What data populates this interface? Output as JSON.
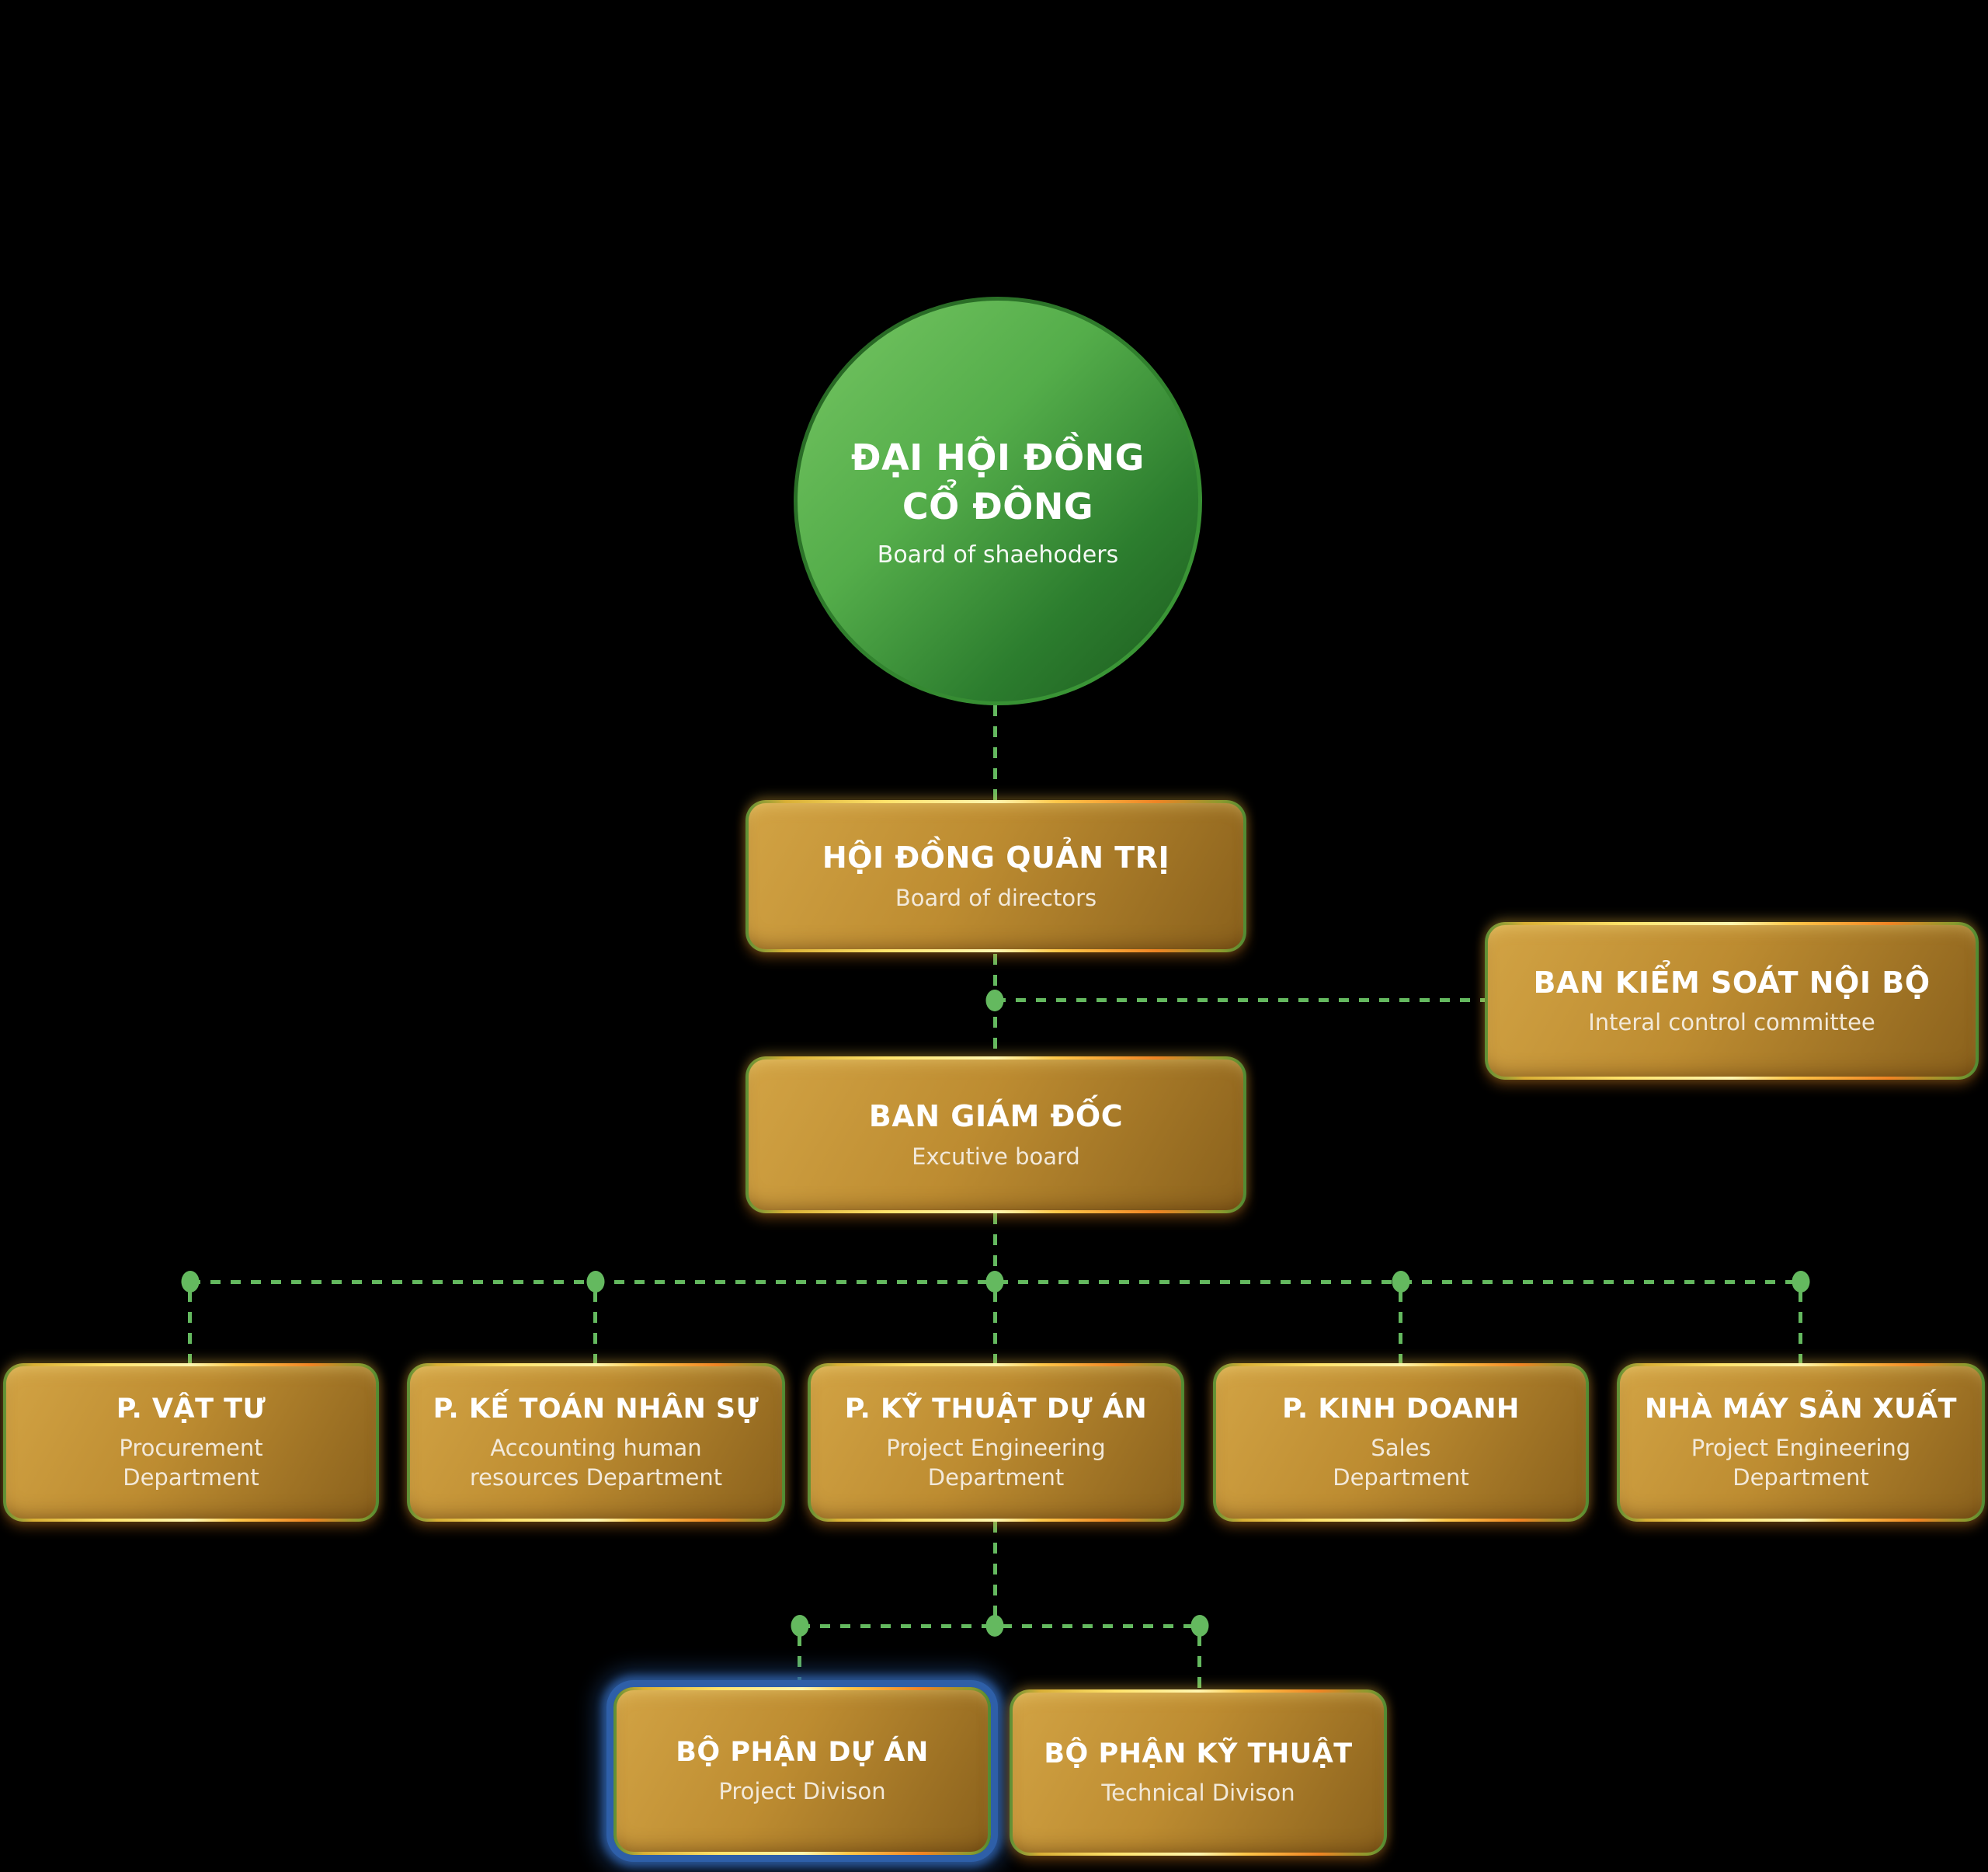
{
  "background": "#000000",
  "accents": {
    "connector_green": "#64b95f",
    "gold_light": "#d2a344",
    "gold_dark": "#8a611c",
    "glow_yellow": "#ffe36b",
    "glow_orange": "#f08424",
    "selection_blue": "#2e5fa8",
    "circle_green_light": "#76c663",
    "circle_green_dark": "#1c5a1e"
  },
  "root": {
    "title_line1": "ĐẠI HỘI ĐỒNG",
    "title_line2": "CỔ ĐÔNG",
    "subtitle": "Board of shaehoders"
  },
  "nodes": {
    "hdqt": {
      "title": "HỘI ĐỒNG QUẢN TRỊ",
      "subtitle": "Board of directors"
    },
    "bksnb": {
      "title": "BAN KIỂM SOÁT NỘI BỘ",
      "subtitle": "Interal control committee"
    },
    "bgd": {
      "title": "BAN GIÁM ĐỐC",
      "subtitle": "Excutive board"
    },
    "vattu": {
      "title": "P. VẬT TƯ",
      "subtitle": "Procurement\nDepartment"
    },
    "ketoan": {
      "title": "P. KẾ TOÁN NHÂN SỰ",
      "subtitle": "Accounting human\nresources Department"
    },
    "kythuatduan": {
      "title": "P. KỸ THUẬT DỰ ÁN",
      "subtitle": "Project Engineering\nDepartment"
    },
    "kinhdoanh": {
      "title": "P. KINH DOANH",
      "subtitle": "Sales\nDepartment"
    },
    "nhamay": {
      "title": "NHÀ MÁY SẢN XUẤT",
      "subtitle": "Project Engineering\nDepartment"
    },
    "bpduan": {
      "title": "BỘ PHẬN DỰ ÁN",
      "subtitle": "Project Divison"
    },
    "bpkythuat": {
      "title": "BỘ PHẬN KỸ THUẬT",
      "subtitle": "Technical Divison"
    }
  }
}
